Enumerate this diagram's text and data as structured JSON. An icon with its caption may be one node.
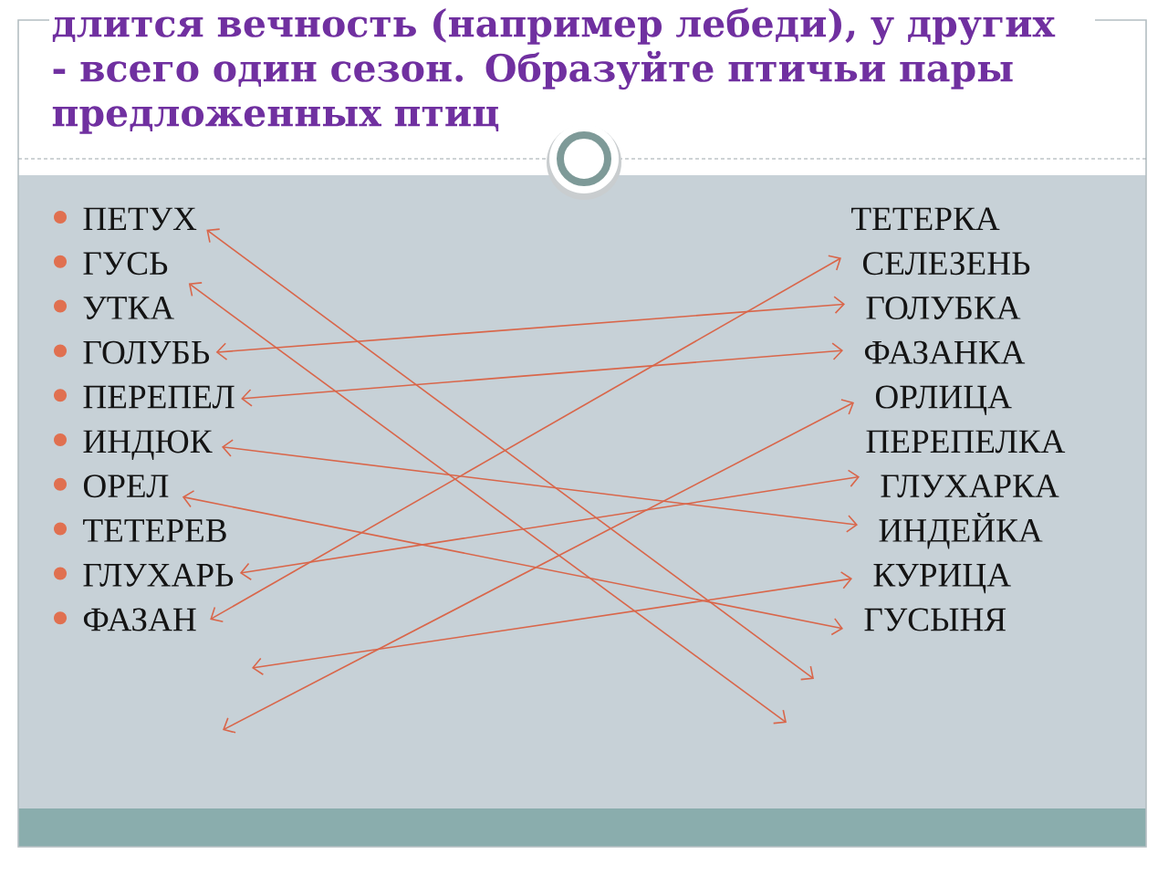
{
  "diagram": {
    "title": "длится вечность (например лебеди), у других - всего один сезон. Образуйте птичьи пары предложенных птиц",
    "nodes": [
      {
        "text": [
          "ПЕТУХ"
        ]
      },
      {
        "text": [
          "ГУСЬ"
        ]
      },
      {
        "text": [
          "УТКА"
        ]
      },
      {
        "text": [
          "ГОЛУБЬ"
        ]
      },
      {
        "text": [
          "ПЕРЕПЕЛ"
        ]
      },
      {
        "text": [
          "ИНДЮК"
        ]
      },
      {
        "text": [
          "ОРЕЛ"
        ]
      },
      {
        "text": [
          "ТЕТЕРЕВ"
        ]
      },
      {
        "text": [
          "ГЛУХАРЬ"
        ]
      },
      {
        "text": [
          "ФАЗАН"
        ]
      },
      {
        "text": [
          "ТЕТЕРКА"
        ]
      },
      {
        "text": [
          "СЕЛЕЗЕНЬ"
        ]
      },
      {
        "text": [
          "ГОЛУБКА"
        ]
      },
      {
        "text": [
          "ФАЗАНКА"
        ]
      },
      {
        "text": [
          "ОРЛИЦА"
        ]
      },
      {
        "text": [
          "ПЕРЕПЕЛКА"
        ]
      },
      {
        "text": [
          "ГЛУХАРКА"
        ]
      },
      {
        "text": [
          "ИНДЕЙКА"
        ]
      },
      {
        "text": [
          "КУРИЦА"
        ]
      },
      {
        "text": [
          "ГУСЫНЯ"
        ]
      }
    ],
    "edges": [
      {
        "from": 0,
        "to": null,
        "arrow": "both"
      },
      {
        "from": 1,
        "to": null,
        "arrow": "both"
      },
      {
        "from": 3,
        "to": 12,
        "arrow": "both"
      },
      {
        "from": 4,
        "to": 13,
        "arrow": "both"
      },
      {
        "from": 5,
        "to": 17,
        "arrow": "both"
      },
      {
        "from": 6,
        "to": 19,
        "arrow": "both"
      },
      {
        "from": 8,
        "to": 16,
        "arrow": "both"
      },
      {
        "from": 9,
        "to": 11,
        "arrow": "both"
      },
      {
        "from": null,
        "to": 18,
        "arrow": "both"
      },
      {
        "from": null,
        "to": 14,
        "arrow": "both"
      }
    ]
  }
}
